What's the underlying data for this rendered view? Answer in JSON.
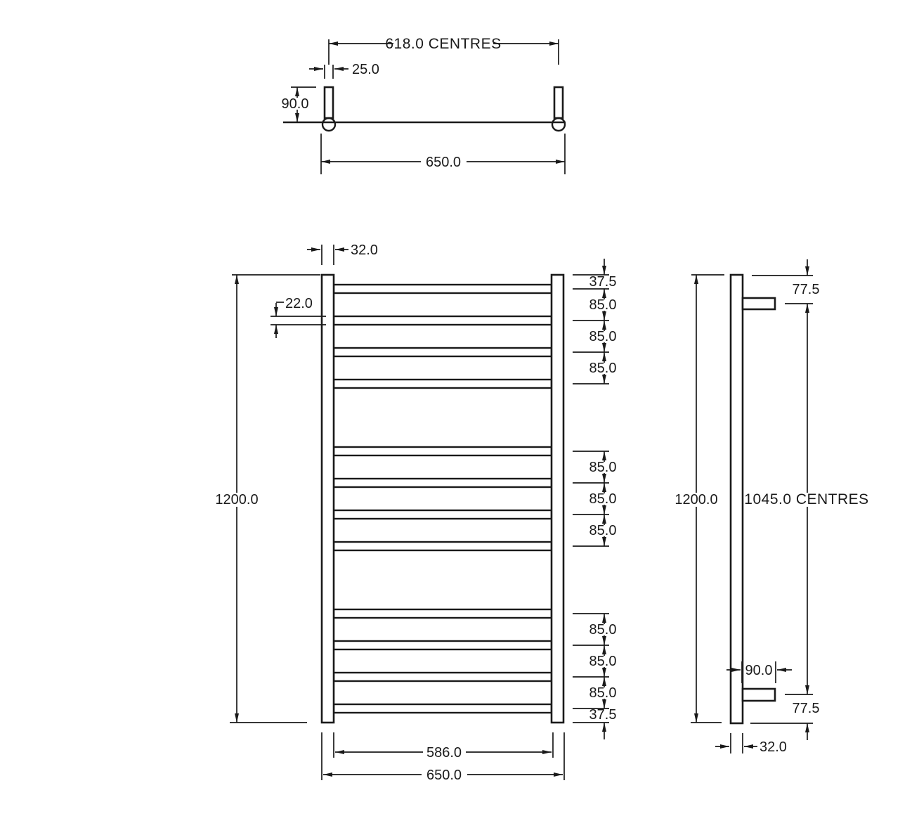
{
  "top_view": {
    "centres": "618.0 CENTRES",
    "end_offset": "25.0",
    "bracket_depth": "90.0",
    "overall_width": "650.0"
  },
  "front_view": {
    "rail_width": "32.0",
    "tube_diameter": "22.0",
    "overall_height": "1200.0",
    "spacing_chain": [
      "37.5",
      "85.0",
      "85.0",
      "85.0",
      "85.0",
      "85.0",
      "85.0",
      "85.0",
      "85.0",
      "85.0",
      "37.5"
    ],
    "rung_span": "586.0",
    "overall_width": "650.0"
  },
  "side_view": {
    "top_bracket_offset": "77.5",
    "overall_height": "1200.0",
    "bracket_centres": "1045.0 CENTRES",
    "bracket_depth": "90.0",
    "bottom_bracket_offset": "77.5",
    "rail_depth": "32.0"
  }
}
